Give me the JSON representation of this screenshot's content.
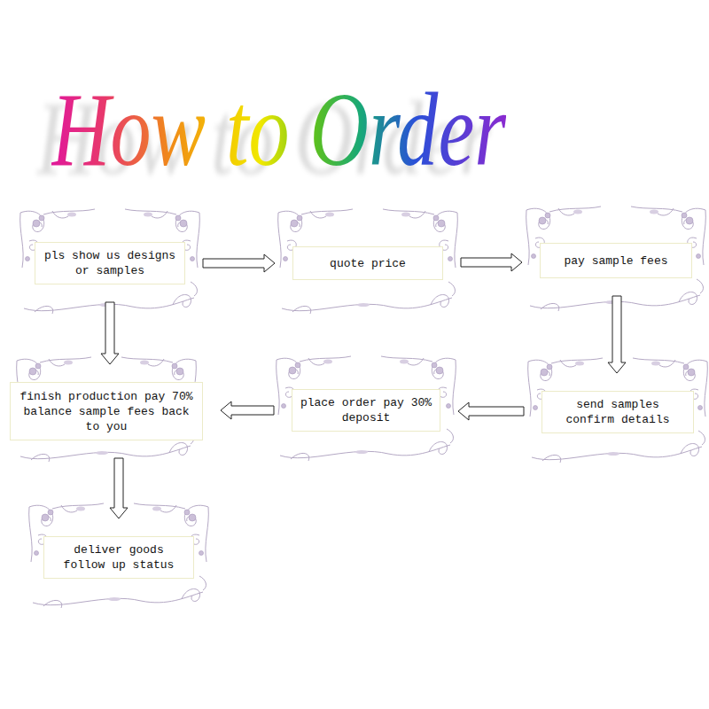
{
  "diagram": {
    "title": "How to Order",
    "nodes": [
      {
        "text": [
          "pls show us designs or samples"
        ]
      },
      {
        "text": [
          "quote price"
        ]
      },
      {
        "text": [
          "pay sample fees"
        ]
      },
      {
        "text": [
          "finish production pay 70% balance sample fees back to you"
        ]
      },
      {
        "text": [
          "place order pay 30% deposit"
        ]
      },
      {
        "text": [
          "send samples confirm details"
        ]
      },
      {
        "text": [
          "deliver goods follow up status"
        ]
      }
    ],
    "edges": [
      {
        "from": 0,
        "to": 1,
        "arrow": "to"
      },
      {
        "from": 1,
        "to": 2,
        "arrow": "to"
      },
      {
        "from": 0,
        "to": 3,
        "arrow": "to"
      },
      {
        "from": 2,
        "to": 5,
        "arrow": "to"
      },
      {
        "from": 5,
        "to": 4,
        "arrow": "to"
      },
      {
        "from": 4,
        "to": 3,
        "arrow": "to"
      },
      {
        "from": 3,
        "to": 6,
        "arrow": "to"
      }
    ]
  }
}
